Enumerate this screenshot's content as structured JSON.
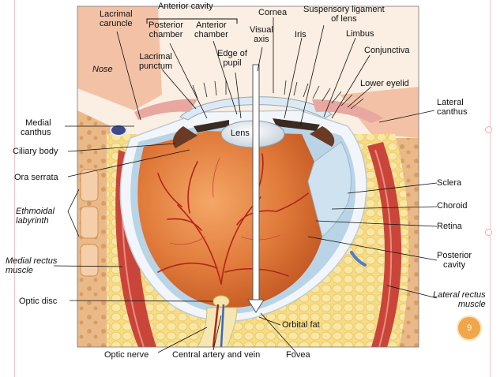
{
  "labels": {
    "anterior_cavity": "Anterior cavity",
    "lacrimal_caruncle": "Lacrimal\ncaruncle",
    "posterior_chamber": "Posterior\nchamber",
    "anterior_chamber": "Anterior\nchamber",
    "cornea": "Cornea",
    "visual_axis": "Visual\naxis",
    "suspensory_ligament": "Suspensory ligament\nof lens",
    "iris": "Iris",
    "limbus": "Limbus",
    "conjunctiva": "Conjunctiva",
    "nose": "Nose",
    "lacrimal_punctum": "Lacrimal\npunctum",
    "edge_of_pupil": "Edge of\npupil",
    "lower_eyelid": "Lower eyelid",
    "lateral_canthus": "Lateral\ncanthus",
    "medial_canthus": "Medial\ncanthus",
    "lens": "Lens",
    "ciliary_body": "Ciliary body",
    "ora_serrata": "Ora serrata",
    "sclera": "Sclera",
    "choroid": "Choroid",
    "ethmoidal_labyrinth": "Ethmoidal\nlabyrinth",
    "retina": "Retina",
    "medial_rectus": "Medial rectus\nmuscle",
    "posterior_cavity": "Posterior\ncavity",
    "optic_disc": "Optic disc",
    "lateral_rectus": "Lateral rectus\nmuscle",
    "orbital_fat": "Orbital fat",
    "optic_nerve": "Optic nerve",
    "central_artery_vein": "Central artery and vein",
    "fovea": "Fovea"
  },
  "page_number": "9",
  "colors": {
    "retina": "#e07a3a",
    "fat": "#f3d67a",
    "muscle": "#c9453a",
    "sclera": "#f4f7fb",
    "choroid": "#b8d4e6",
    "bone": "#e9b27f",
    "skin": "#f3c6b8",
    "vessel": "#b3241b"
  }
}
